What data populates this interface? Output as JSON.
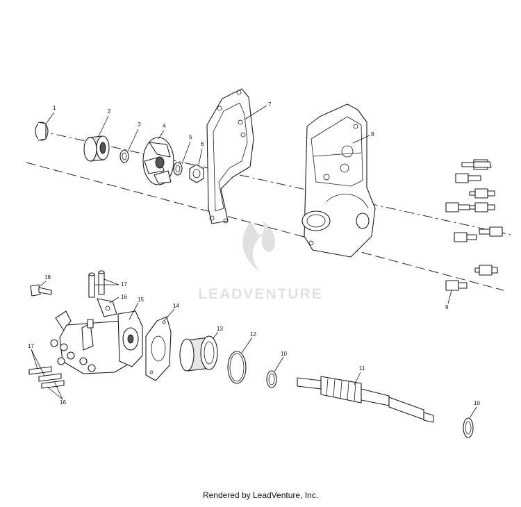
{
  "footer": {
    "text": "Rendered by LeadVenture, Inc."
  },
  "watermark": {
    "text": "LEADVENTURE",
    "color": "#c8c8c8"
  },
  "callouts": {
    "c1": "1",
    "c2": "2",
    "c3": "3",
    "c4": "4",
    "c5": "5",
    "c6": "6",
    "c7": "7",
    "c8": "8",
    "c9": "9",
    "c10a": "10",
    "c10b": "10",
    "c11": "11",
    "c12": "12",
    "c13": "13",
    "c14": "14",
    "c15": "15",
    "c16a": "16",
    "c16b": "16",
    "c17a": "17",
    "c17b": "17",
    "c18": "18"
  }
}
